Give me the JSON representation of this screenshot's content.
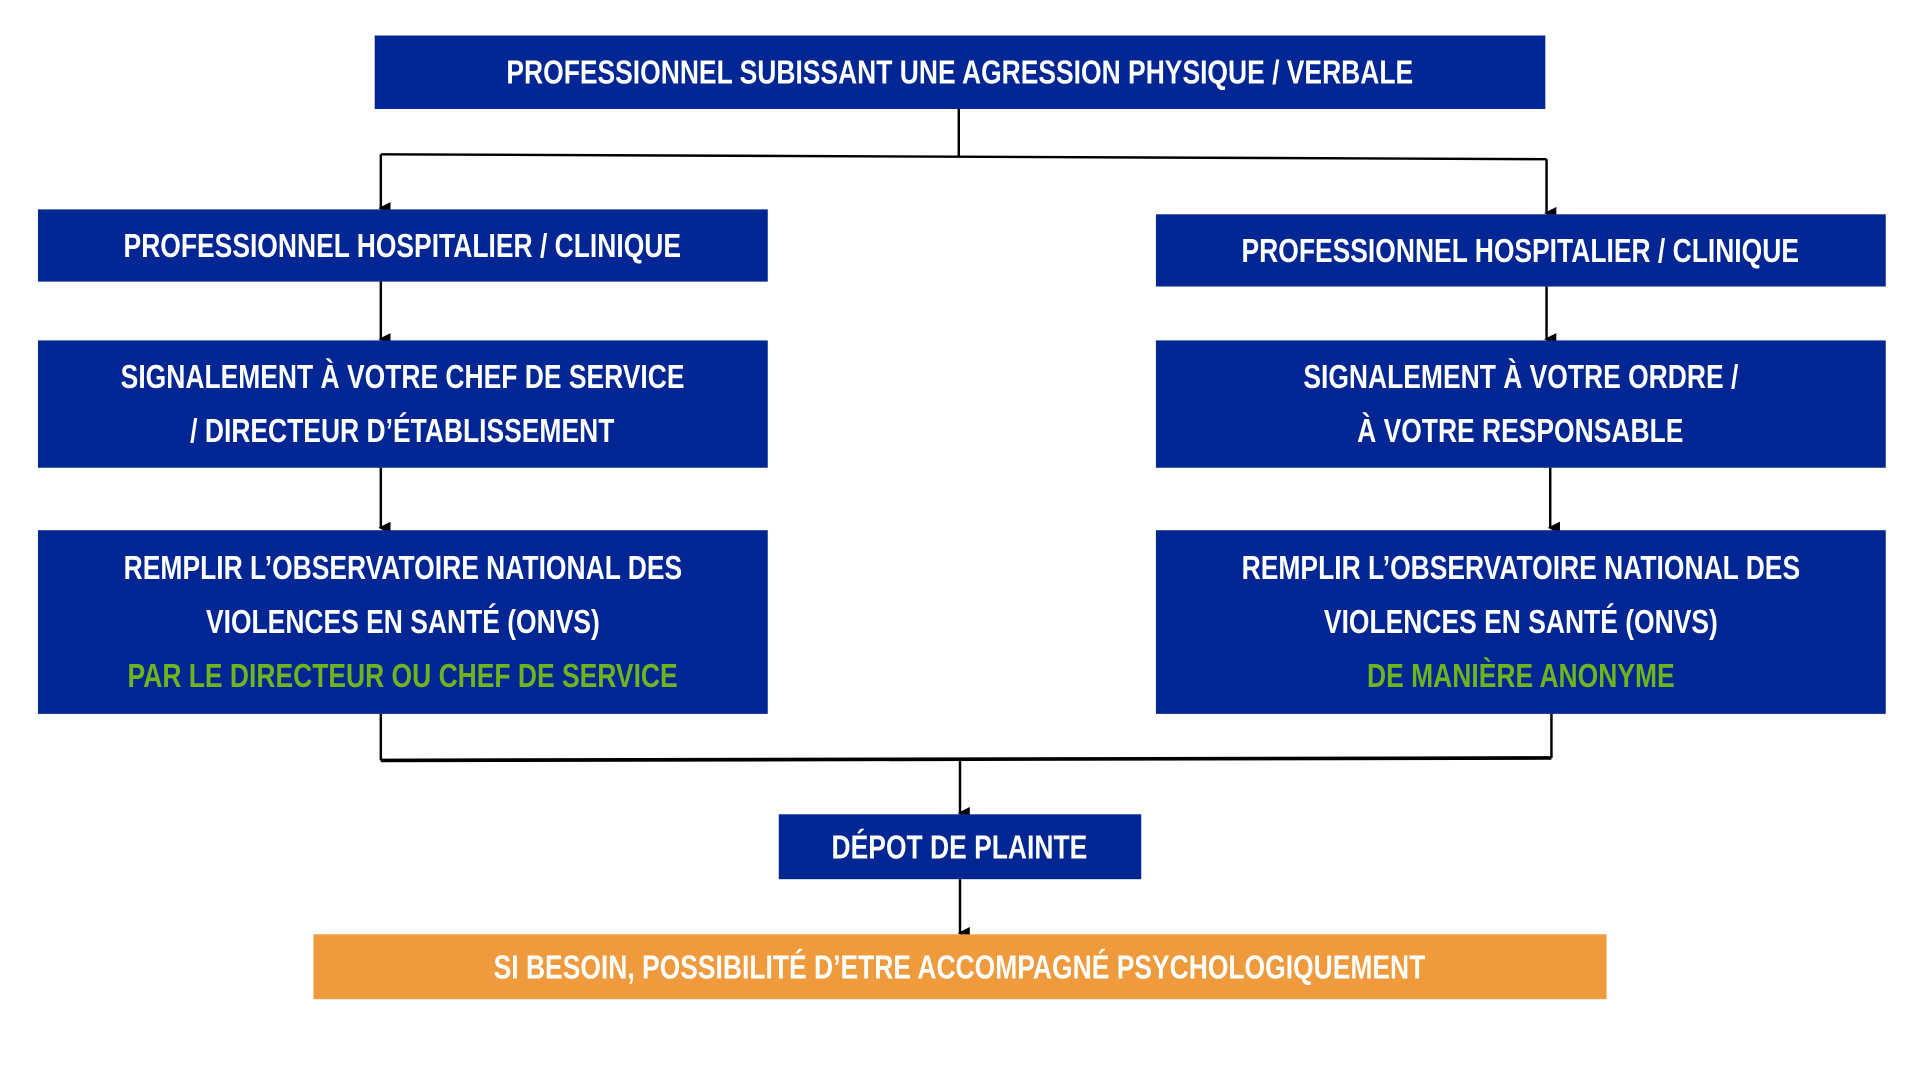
{
  "diagram": {
    "type": "flowchart",
    "colors": {
      "box": "#002694",
      "text": "#ffffff",
      "highlight_text": "#6fb31f",
      "final_box": "#ef9a3c",
      "lines": "#000000"
    },
    "root": {
      "lines": [
        "PROFESSIONNEL SUBISSANT UNE AGRESSION PHYSIQUE / VERBALE"
      ]
    },
    "left_branch": {
      "step1": {
        "lines": [
          "PROFESSIONNEL HOSPITALIER / CLINIQUE"
        ]
      },
      "step2": {
        "lines": [
          "SIGNALEMENT À VOTRE CHEF DE SERVICE",
          "/ DIRECTEUR D’ÉTABLISSEMENT"
        ]
      },
      "step3": {
        "lines": [
          "REMPLIR L’OBSERVATOIRE NATIONAL DES",
          "VIOLENCES EN SANTÉ (ONVS)"
        ],
        "highlight": "PAR LE DIRECTEUR OU CHEF DE SERVICE"
      }
    },
    "right_branch": {
      "step1": {
        "lines": [
          "PROFESSIONNEL HOSPITALIER / CLINIQUE"
        ]
      },
      "step2": {
        "lines": [
          "SIGNALEMENT À VOTRE ORDRE /",
          "À VOTRE RESPONSABLE"
        ]
      },
      "step3": {
        "lines": [
          "REMPLIR L’OBSERVATOIRE NATIONAL DES",
          "VIOLENCES EN SANTÉ (ONVS)"
        ],
        "highlight": "DE MANIÈRE ANONYME"
      }
    },
    "merge": {
      "lines": [
        "DÉPOT DE PLAINTE"
      ]
    },
    "final": {
      "lines": [
        "SI BESOIN, POSSIBILITÉ D’ETRE ACCOMPAGNÉ PSYCHOLOGIQUEMENT"
      ]
    }
  }
}
